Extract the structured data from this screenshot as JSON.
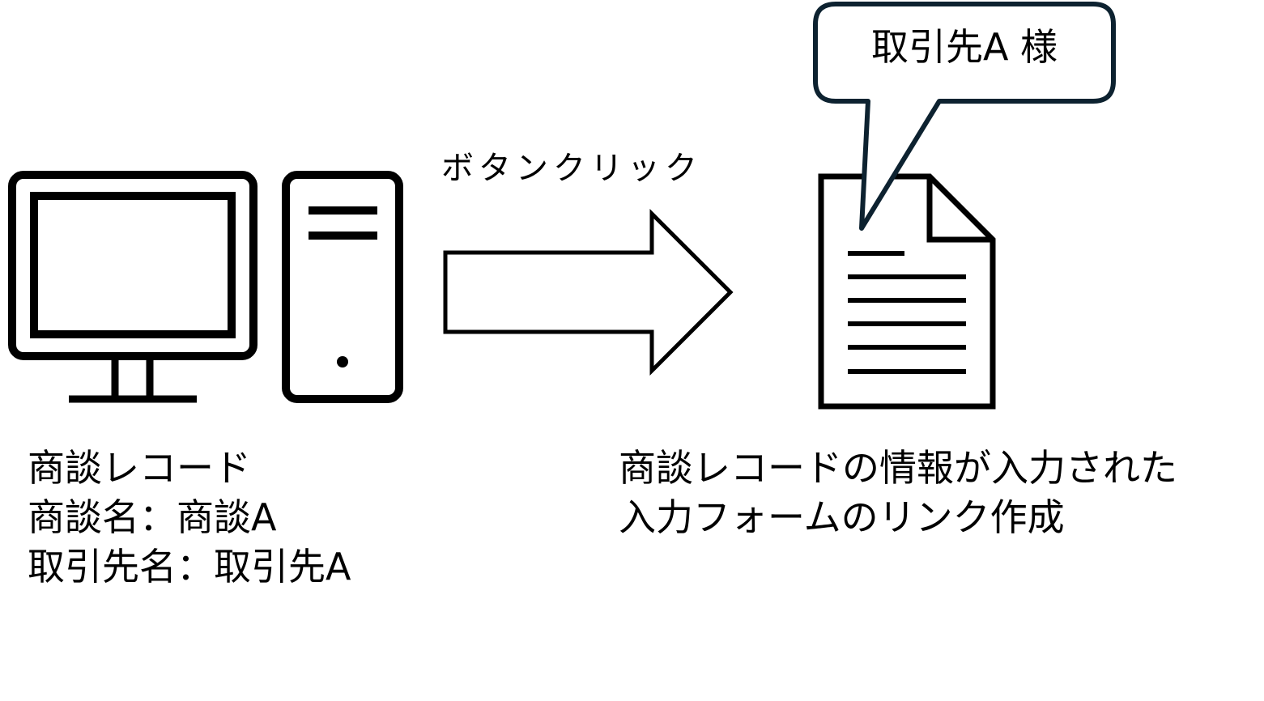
{
  "arrow": {
    "label": "ボタンクリック"
  },
  "left_caption": {
    "lines": [
      "商談レコード",
      "商談名：商談A",
      "取引先名：取引先A"
    ]
  },
  "right_caption": {
    "lines": [
      "商談レコードの情報が入力された",
      "入力フォームのリンク作成"
    ]
  },
  "speech_bubble": {
    "text": "取引先A 様"
  },
  "icons": {
    "computer": "desktop-computer-icon",
    "document": "document-icon"
  },
  "colors": {
    "stroke": "#000000",
    "bubble_border": "#0d2230",
    "background": "#ffffff"
  }
}
